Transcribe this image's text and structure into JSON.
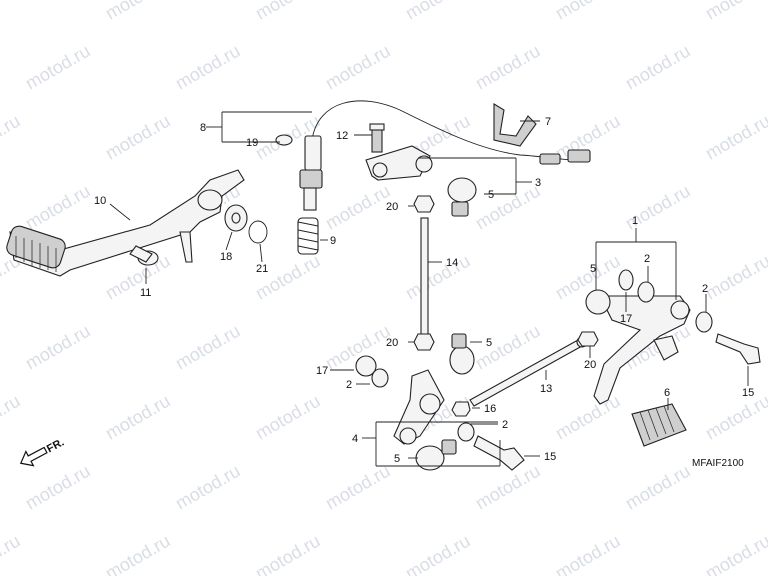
{
  "watermark": "motod.ru",
  "diagram_code": "MFAIF2100",
  "front_arrow_label": "FR.",
  "callouts": {
    "c1": "1",
    "c2a": "2",
    "c2b": "2",
    "c2c": "2",
    "c2d": "2",
    "c3": "3",
    "c4": "4",
    "c5a": "5",
    "c5b": "5",
    "c5c": "5",
    "c5d": "5",
    "c6": "6",
    "c7": "7",
    "c8": "8",
    "c9": "9",
    "c10": "10",
    "c11": "11",
    "c12": "12",
    "c13": "13",
    "c14": "14",
    "c15a": "15",
    "c15b": "15",
    "c16": "16",
    "c17a": "17",
    "c17b": "17",
    "c18": "18",
    "c19": "19",
    "c20a": "20",
    "c20b": "20",
    "c20c": "20",
    "c21": "21"
  }
}
